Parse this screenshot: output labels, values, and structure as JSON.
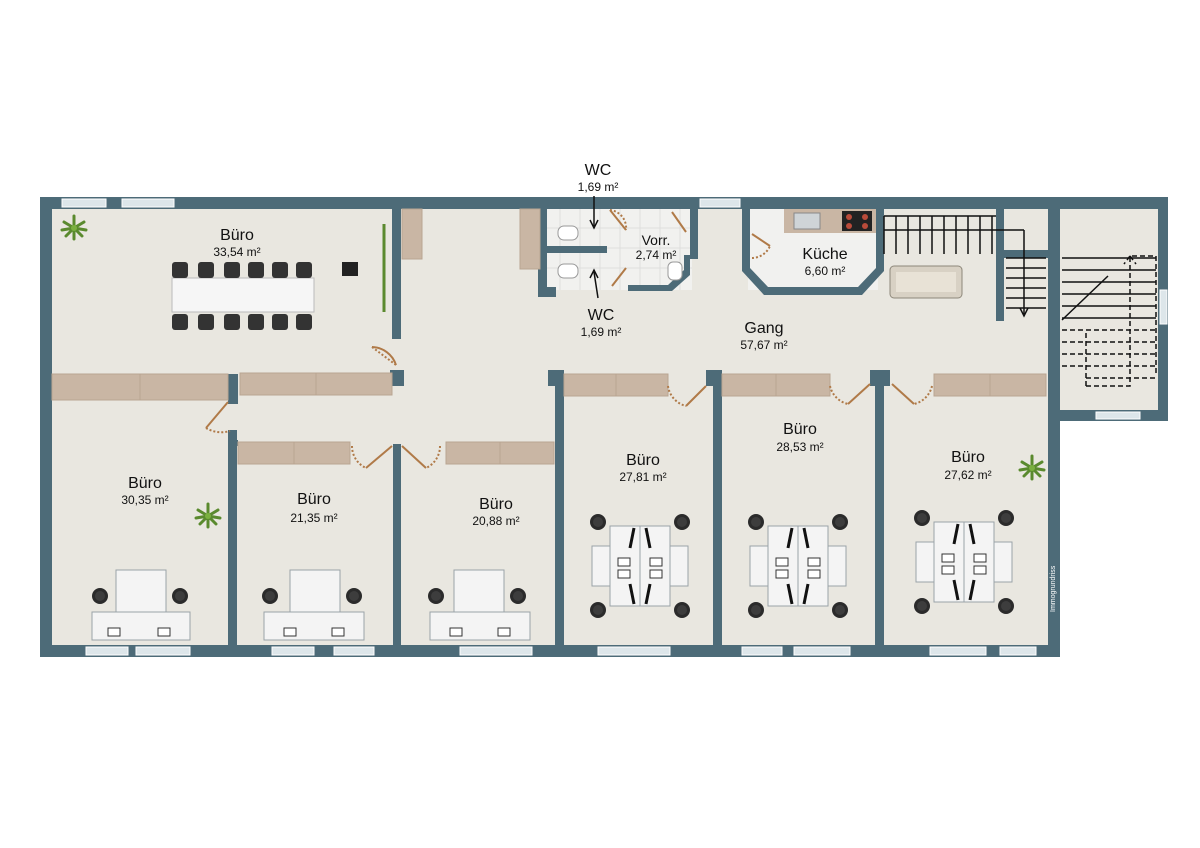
{
  "plan": {
    "watermark": "Immogrundriss",
    "colors": {
      "wall": "#4d6b78",
      "floor": "#e9e7e0",
      "tile": "#f1f1ef",
      "cabinet": "#c9b6a4",
      "door": "#b07a48",
      "window": "#dde6ea"
    },
    "rooms": [
      {
        "id": "buero-top",
        "name": "Büro",
        "area": "33,54 m²"
      },
      {
        "id": "wc-top",
        "name": "WC",
        "area": "1,69 m²"
      },
      {
        "id": "vorr",
        "name": "Vorr.",
        "area": "2,74 m²"
      },
      {
        "id": "wc-bottom",
        "name": "WC",
        "area": "1,69 m²"
      },
      {
        "id": "kueche",
        "name": "Küche",
        "area": "6,60 m²"
      },
      {
        "id": "gang",
        "name": "Gang",
        "area": "57,67 m²"
      },
      {
        "id": "buero-1",
        "name": "Büro",
        "area": "30,35 m²"
      },
      {
        "id": "buero-2",
        "name": "Büro",
        "area": "21,35 m²"
      },
      {
        "id": "buero-3",
        "name": "Büro",
        "area": "20,88 m²"
      },
      {
        "id": "buero-4",
        "name": "Büro",
        "area": "27,81 m²"
      },
      {
        "id": "buero-5",
        "name": "Büro",
        "area": "28,53 m²"
      },
      {
        "id": "buero-6",
        "name": "Büro",
        "area": "27,62 m²"
      }
    ]
  }
}
